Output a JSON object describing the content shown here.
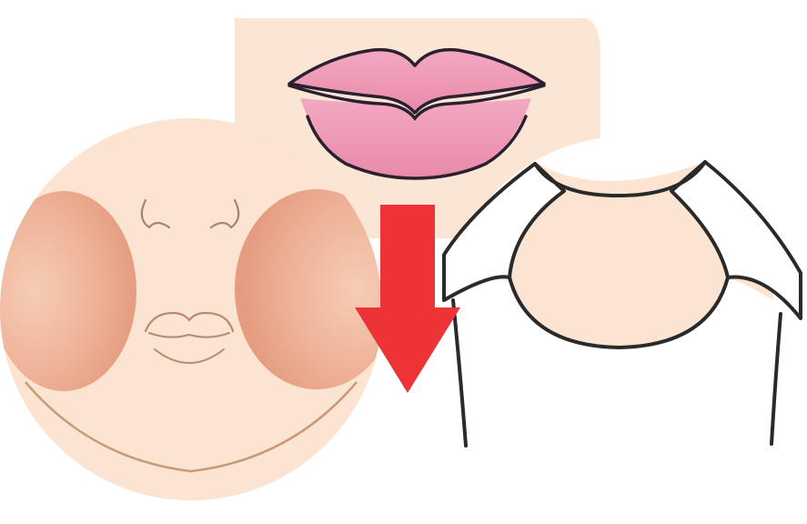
{
  "illustration": {
    "panels": [
      "lips-panel",
      "face-panel",
      "shoulder-panel"
    ],
    "arrow_direction": "down"
  },
  "colors": {
    "skin": "#fbe3cf",
    "skin_deep": "#f7d5bb",
    "cheek": "#eca98f",
    "lips": "#ee9bb6",
    "lip_line": "#2c2030",
    "face_line": "#c89879",
    "arrow": "#ee3336",
    "garment": "#ffffff",
    "garment_outline": "#2a2a2a"
  }
}
